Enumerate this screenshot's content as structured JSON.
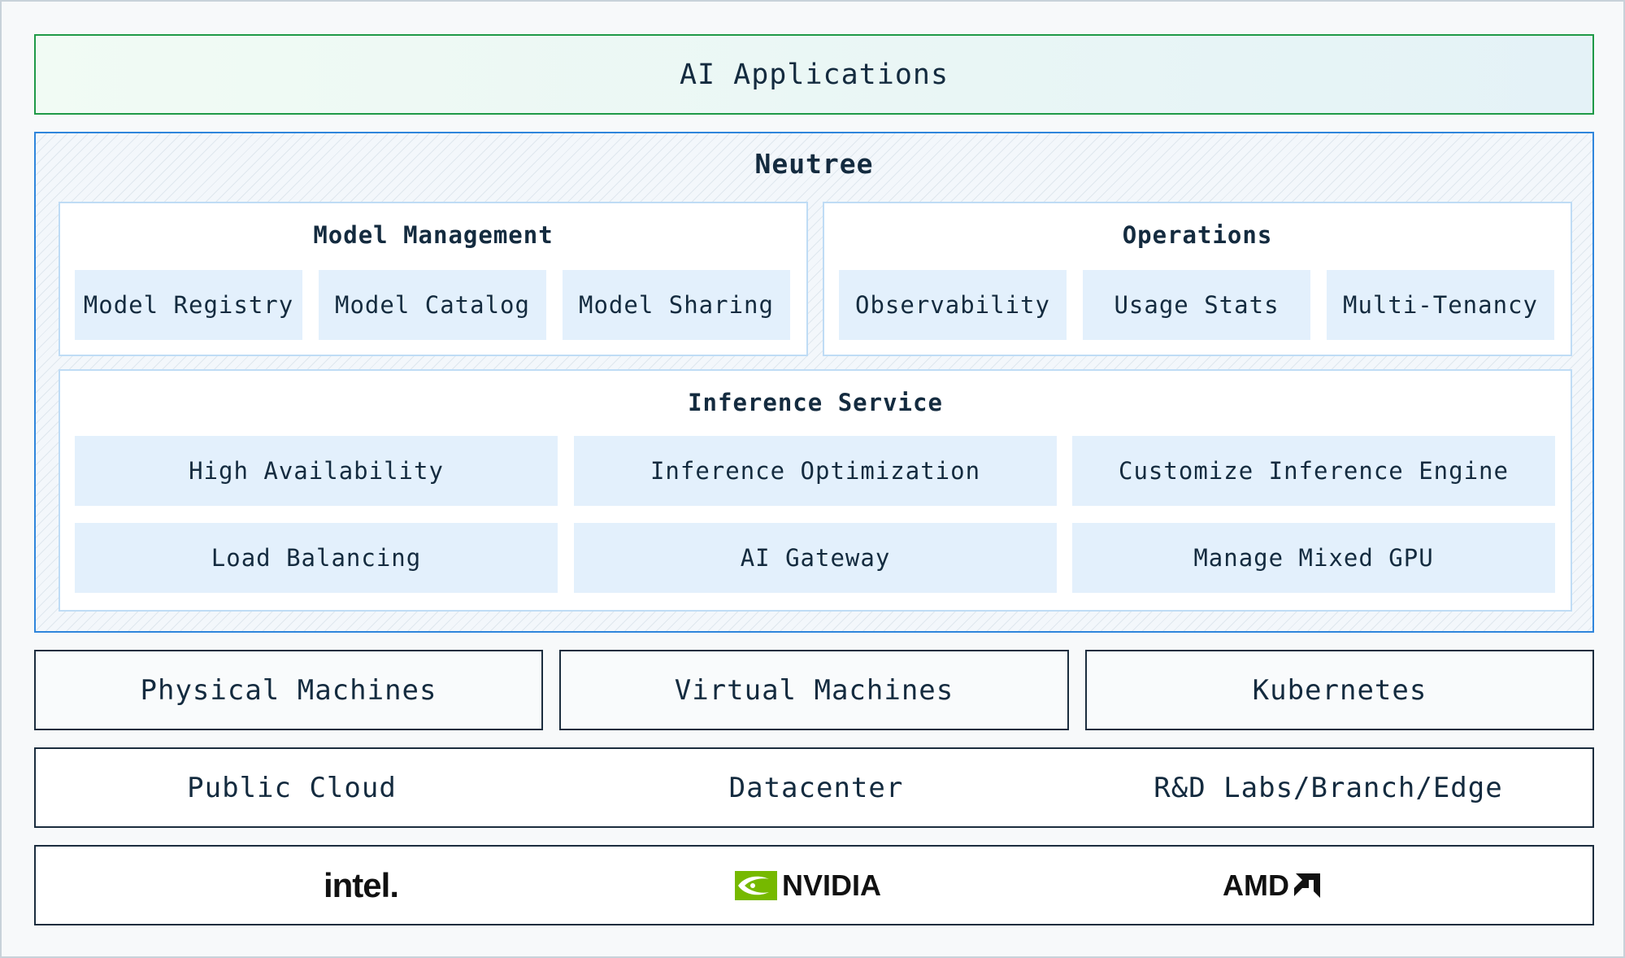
{
  "top_layer": {
    "label": "AI Applications"
  },
  "neutree": {
    "title": "Neutree",
    "model_management": {
      "title": "Model Management",
      "items": [
        "Model Registry",
        "Model Catalog",
        "Model Sharing"
      ]
    },
    "operations": {
      "title": "Operations",
      "items": [
        "Observability",
        "Usage Stats",
        "Multi-Tenancy"
      ]
    },
    "inference_service": {
      "title": "Inference Service",
      "items": [
        "High Availability",
        "Inference Optimization",
        "Customize Inference Engine",
        "Load Balancing",
        "AI Gateway",
        "Manage Mixed GPU"
      ]
    }
  },
  "platforms": [
    "Physical Machines",
    "Virtual Machines",
    "Kubernetes"
  ],
  "locations": [
    "Public Cloud",
    "Datacenter",
    "R&D Labs/Branch/Edge"
  ],
  "vendors": [
    {
      "name": "intel",
      "icon": "intel-logo"
    },
    {
      "name": "NVIDIA",
      "icon": "nvidia-logo"
    },
    {
      "name": "AMD",
      "icon": "amd-logo"
    }
  ],
  "colors": {
    "ai_apps_border": "#1f9a47",
    "neutree_border": "#2f86dc",
    "chip_fill": "#e3f0fc",
    "dark_border": "#1b2d3e",
    "nvidia_green": "#76b900"
  }
}
